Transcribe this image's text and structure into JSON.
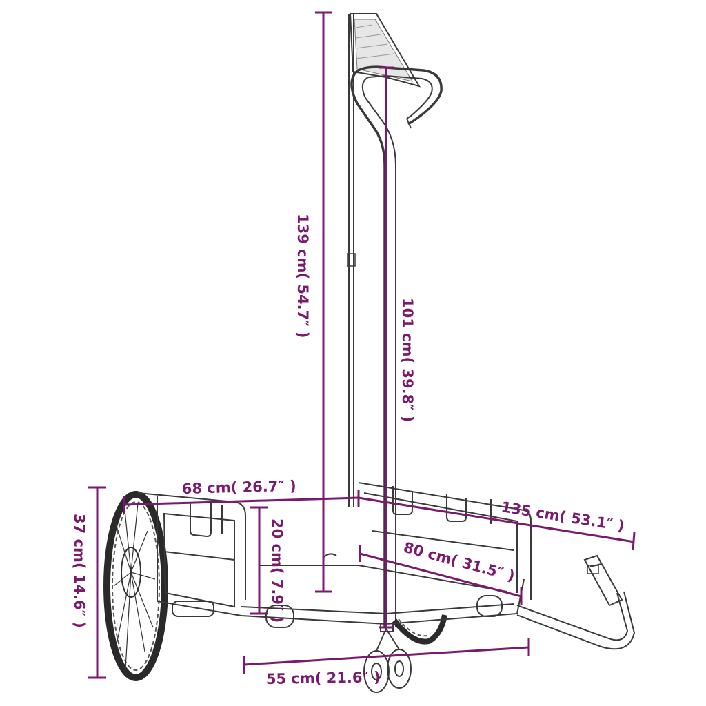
{
  "colors": {
    "dimension": "#7a1a6e",
    "line_art": "#3a3a3a",
    "background": "#ffffff"
  },
  "dimensions": {
    "total_height": "139 cm( 54.7″ )",
    "handle_height": "101 cm( 39.8″ )",
    "width": "68 cm( 26.7″ )",
    "total_length": "135 cm( 53.1″ )",
    "bed_length": "80 cm( 31.5″ )",
    "side_height": "20 cm( 7.9″ )",
    "wheel_height": "37 cm( 14.6″ )",
    "inner_width": "55 cm( 21.6″ )"
  }
}
